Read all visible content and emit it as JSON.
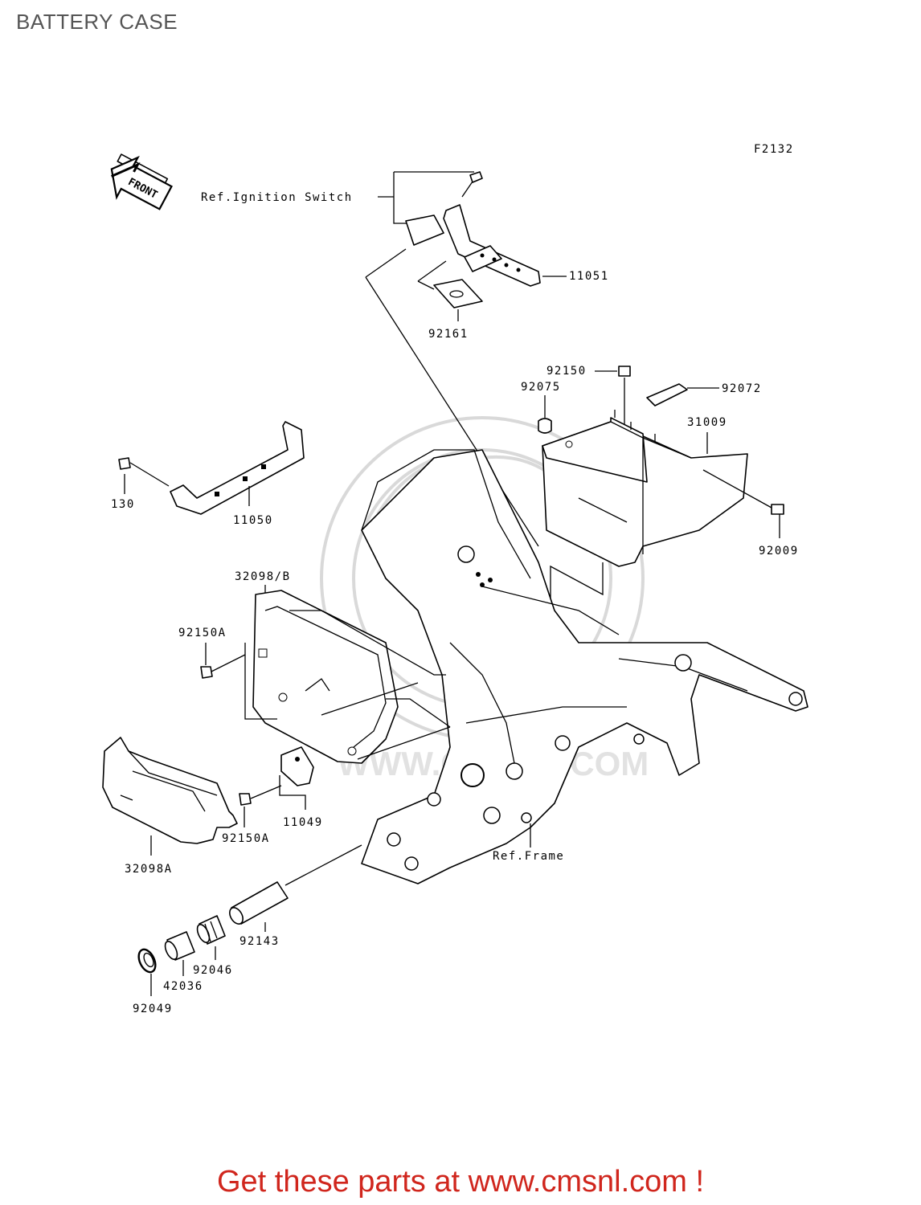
{
  "page_title": "BATTERY CASE",
  "figure_code": "F2132",
  "front_arrow_label": "FRONT",
  "refs": {
    "ignition_switch": "Ref.Ignition Switch",
    "frame": "Ref.Frame"
  },
  "parts": {
    "p11051": "11051",
    "p92161": "92161",
    "p92150": "92150",
    "p92072": "92072",
    "p92075": "92075",
    "p31009": "31009",
    "p92009": "92009",
    "p130": "130",
    "p11050": "11050",
    "p32098B": "32098/B",
    "p92150A_top": "92150A",
    "p92150A_bottom": "92150A",
    "p11049": "11049",
    "p32098A": "32098A",
    "p92143": "92143",
    "p92046": "92046",
    "p42036": "42036",
    "p92049": "92049"
  },
  "watermark": "WWW.CMSNL.COM",
  "footer_text": "Get these parts at www.cmsnl.com !"
}
